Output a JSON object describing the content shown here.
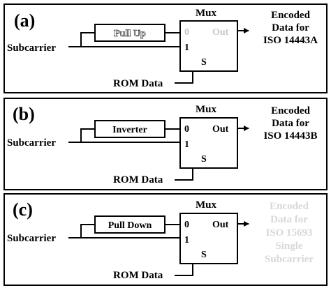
{
  "panels": [
    {
      "id": "a",
      "label": "(a)",
      "block": "Pull Up",
      "block_faded": true,
      "mux_title": "Mux",
      "port0": "0",
      "port1": "1",
      "port_out": "Out",
      "port_sel": "S",
      "input_label": "Subcarrier",
      "select_label": "ROM Data",
      "output_lines": [
        "Encoded",
        "Data for",
        "ISO 14443A"
      ],
      "output_faded": false,
      "port0_faded": true,
      "out_faded": true
    },
    {
      "id": "b",
      "label": "(b)",
      "block": "Inverter",
      "block_faded": false,
      "mux_title": "Mux",
      "port0": "0",
      "port1": "1",
      "port_out": "Out",
      "port_sel": "S",
      "input_label": "Subcarrier",
      "select_label": "ROM Data",
      "output_lines": [
        "Encoded",
        "Data for",
        "ISO 14443B"
      ],
      "output_faded": false,
      "port0_faded": false,
      "out_faded": false
    },
    {
      "id": "c",
      "label": "(c)",
      "block": "Pull Down",
      "block_faded": false,
      "mux_title": "Mux",
      "port0": "0",
      "port1": "1",
      "port_out": "Out",
      "port_sel": "S",
      "input_label": "Subcarrier",
      "select_label": "ROM Data",
      "output_lines": [
        "Encoded",
        "Data for",
        "ISO 15693",
        "Single",
        "Subcarrier"
      ],
      "output_faded": true,
      "port0_faded": false,
      "out_faded": false
    }
  ]
}
